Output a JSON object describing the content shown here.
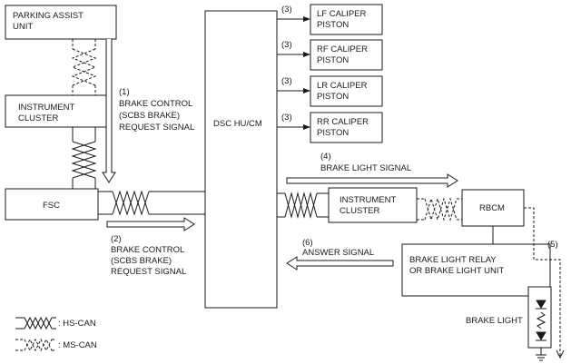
{
  "boxes": {
    "parking_assist": [
      "PARKING ASSIST",
      "UNIT"
    ],
    "instrument_cluster_left": [
      "INSTRUMENT",
      "CLUSTER"
    ],
    "fsc": [
      "FSC"
    ],
    "dsc": [
      "DSC HU/CM"
    ],
    "lf_caliper": [
      "LF CALIPER",
      "PISTON"
    ],
    "rf_caliper": [
      "RF CALIPER",
      "PISTON"
    ],
    "lr_caliper": [
      "LR CALIPER",
      "PISTON"
    ],
    "rr_caliper": [
      "RR CALIPER",
      "PISTON"
    ],
    "instrument_cluster_right": [
      "INSTRUMENT",
      "CLUSTER"
    ],
    "rbcm": [
      "RBCM"
    ],
    "brake_light_relay": [
      "BRAKE LIGHT RELAY",
      "OR BRAKE LIGHT UNIT"
    ]
  },
  "signals": {
    "s1": [
      "(1)",
      "BRAKE CONTROL",
      "(SCBS BRAKE)",
      "REQUEST SIGNAL"
    ],
    "s2": [
      "(2)",
      "BRAKE CONTROL",
      "(SCBS BRAKE)",
      "REQUEST SIGNAL"
    ],
    "s3_lf": "(3)",
    "s3_rf": "(3)",
    "s3_lr": "(3)",
    "s3_rr": "(3)",
    "s4": [
      "(4)",
      "BRAKE LIGHT SIGNAL"
    ],
    "s5": "(5)",
    "s6": [
      "(6)",
      "ANSWER SIGNAL"
    ]
  },
  "labels": {
    "brake_light": "BRAKE LIGHT"
  },
  "legend": {
    "hs_can": ": HS-CAN",
    "ms_can": ": MS-CAN"
  }
}
